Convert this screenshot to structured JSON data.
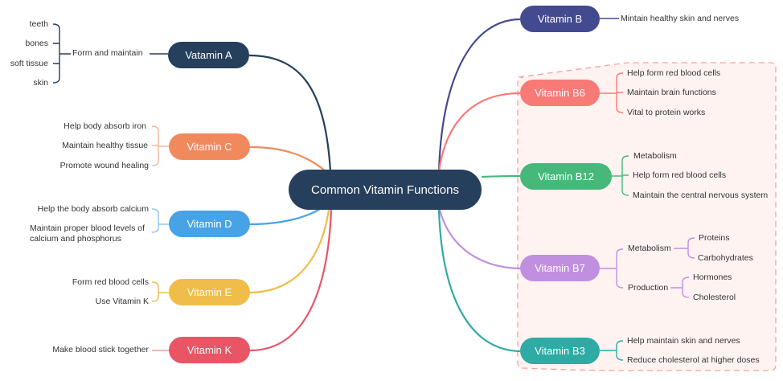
{
  "center": {
    "label": "Common Vitamin  Functions",
    "color": "#263f5c"
  },
  "left_branches": [
    {
      "id": "a",
      "label": "Vatamin A",
      "color": "#263f5c",
      "sub": {
        "label": "Form and maintain",
        "children": [
          "teeth",
          "bones",
          "soft tissue",
          "skin"
        ]
      }
    },
    {
      "id": "c",
      "label": "Vitamin C",
      "color": "#f08a5d",
      "children": [
        "Help body absorb iron",
        "Maintain healthy tissue",
        "Promote wound healing"
      ]
    },
    {
      "id": "d",
      "label": "Vitamin D",
      "color": "#47a3e6",
      "children": [
        "Help the body absorb calcium",
        "Maintain proper blood levels of\ncalcium and phosphorus"
      ]
    },
    {
      "id": "e",
      "label": "Vitamin E",
      "color": "#f0bd4a",
      "children": [
        "Form red blood cells",
        "Use Vitamin K"
      ]
    },
    {
      "id": "k",
      "label": "Vitamin K",
      "color": "#e85565",
      "children": [
        "Make blood stick together"
      ]
    }
  ],
  "right_branches": [
    {
      "id": "b",
      "label": "Vitamin B",
      "color": "#444a8f",
      "children": [
        "Mintain healthy skin and nerves"
      ]
    },
    {
      "id": "b6",
      "label": "Vitamin B6",
      "color": "#f87a76",
      "children": [
        "Help form red blood cells",
        "Maintain brain functions",
        "Vital to protein works"
      ]
    },
    {
      "id": "b12",
      "label": "Vitamin B12",
      "color": "#46b97a",
      "children": [
        "Metabolism",
        "Help form red blood cells",
        "Maintain the central nervous system"
      ]
    },
    {
      "id": "b7",
      "label": "Vitamin B7",
      "color": "#c08fdf",
      "groups": [
        {
          "label": "Metabolism",
          "children": [
            "Proteins",
            "Carbohydrates"
          ]
        },
        {
          "label": "Production",
          "children": [
            "Hormones",
            "Cholesterol"
          ]
        }
      ]
    },
    {
      "id": "b3",
      "label": "Vitamin B3",
      "color": "#2eaba4",
      "children": [
        "Help maintain skin and nerves",
        "Reduce cholesterol at higher doses"
      ]
    }
  ],
  "boundary": {
    "stroke": "#f7a0a0",
    "fill": "#fff3f2"
  }
}
